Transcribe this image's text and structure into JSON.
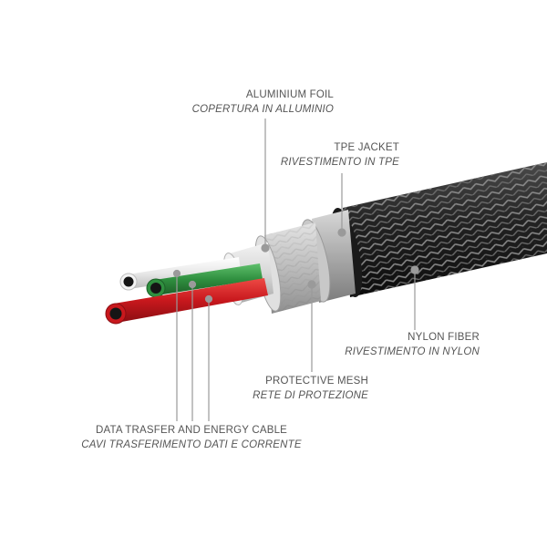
{
  "labels": {
    "aluminium_foil": {
      "en": "ALUMINIUM FOIL",
      "it": "COPERTURA IN ALLUMINIO"
    },
    "tpe_jacket": {
      "en": "TPE JACKET",
      "it": "RIVESTIMENTO IN TPE"
    },
    "nylon_fiber": {
      "en": "NYLON FIBER",
      "it": "RIVESTIMENTO IN NYLON"
    },
    "protective_mesh": {
      "en": "PROTECTIVE MESH",
      "it": "RETE DI PROTEZIONE"
    },
    "data_cable": {
      "en": "DATA TRASFER AND ENERGY CABLE",
      "it": "CAVI TRASFERIMENTO DATI E CORRENTE"
    }
  },
  "colors": {
    "wire_white": "#e9e9e9",
    "wire_green": "#2f8f3f",
    "wire_red": "#c8181d",
    "foil": "#d7d7d7",
    "mesh": "#b9b9b9",
    "tpe": "#a8a8a8",
    "nylon": "#1e1e1e",
    "leader": "#9a9a9a",
    "text": "#555555"
  }
}
